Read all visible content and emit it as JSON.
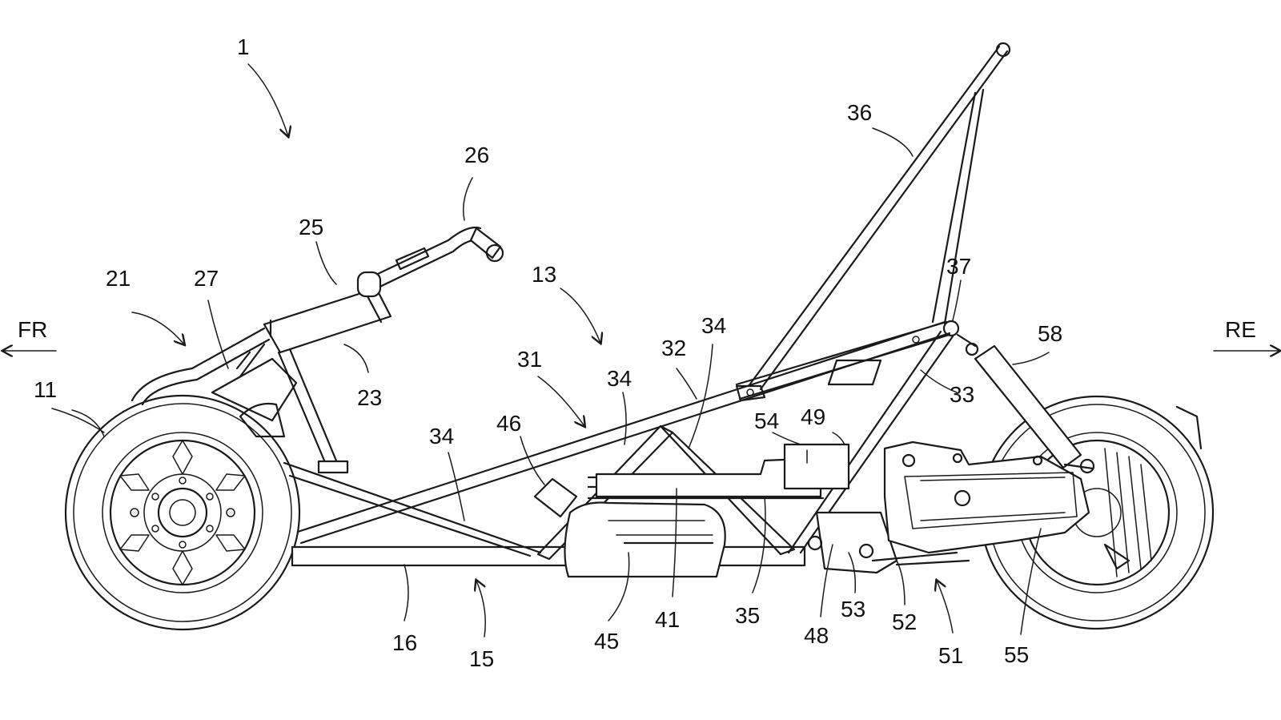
{
  "directions": {
    "front": "FR",
    "rear": "RE"
  },
  "labels": [
    {
      "id": "1",
      "text": "1"
    },
    {
      "id": "11",
      "text": "11"
    },
    {
      "id": "13",
      "text": "13"
    },
    {
      "id": "15",
      "text": "15"
    },
    {
      "id": "16",
      "text": "16"
    },
    {
      "id": "21",
      "text": "21"
    },
    {
      "id": "23",
      "text": "23"
    },
    {
      "id": "25",
      "text": "25"
    },
    {
      "id": "26",
      "text": "26"
    },
    {
      "id": "27",
      "text": "27"
    },
    {
      "id": "31",
      "text": "31"
    },
    {
      "id": "32",
      "text": "32"
    },
    {
      "id": "33",
      "text": "33"
    },
    {
      "id": "34a",
      "text": "34"
    },
    {
      "id": "34b",
      "text": "34"
    },
    {
      "id": "34c",
      "text": "34"
    },
    {
      "id": "35",
      "text": "35"
    },
    {
      "id": "36",
      "text": "36"
    },
    {
      "id": "37",
      "text": "37"
    },
    {
      "id": "41",
      "text": "41"
    },
    {
      "id": "45",
      "text": "45"
    },
    {
      "id": "46",
      "text": "46"
    },
    {
      "id": "48",
      "text": "48"
    },
    {
      "id": "49",
      "text": "49"
    },
    {
      "id": "51",
      "text": "51"
    },
    {
      "id": "52",
      "text": "52"
    },
    {
      "id": "53",
      "text": "53"
    },
    {
      "id": "54",
      "text": "54"
    },
    {
      "id": "55",
      "text": "55"
    },
    {
      "id": "58",
      "text": "58"
    }
  ]
}
